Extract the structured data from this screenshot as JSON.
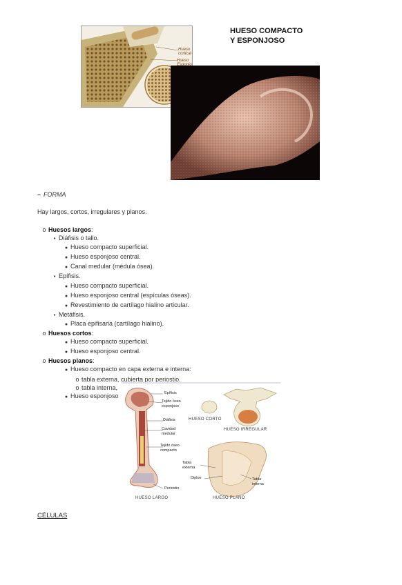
{
  "figure_top": {
    "title_line1": "HUESO COMPACTO",
    "title_line2": "Y ESPONJOSO",
    "label_cortical": "Hueso cortical",
    "label_esponjoso": "Hueso Esponjoso"
  },
  "section": {
    "heading": "FORMA",
    "intro": "Hay largos, cortos, irregulares y planos."
  },
  "outline": [
    {
      "level": 0,
      "bullet": "o",
      "text": "Huesos largos",
      "suffix": ":"
    },
    {
      "level": 1,
      "bullet": "▪",
      "text": "Diáfisis o tallo."
    },
    {
      "level": 2,
      "bullet": "●",
      "text": "Hueso compacto superficial."
    },
    {
      "level": 2,
      "bullet": "●",
      "text": "Hueso esponjoso central."
    },
    {
      "level": 2,
      "bullet": "●",
      "text": "Canal medular (médula ósea)."
    },
    {
      "level": 1,
      "bullet": "▪",
      "text": "Epífisis."
    },
    {
      "level": 2,
      "bullet": "●",
      "text": "Hueso compacto superficial."
    },
    {
      "level": 2,
      "bullet": "●",
      "text": "Hueso esponjoso central (espículas óseas)."
    },
    {
      "level": 2,
      "bullet": "●",
      "text": "Revestimiento de cartílago hialino articular."
    },
    {
      "level": 1,
      "bullet": "▪",
      "text": "Metáfisis."
    },
    {
      "level": 2,
      "bullet": "●",
      "text": "Placa epifisaria (cartílago hialino)."
    },
    {
      "level": 0,
      "bullet": "o",
      "text": "Huesos cortos",
      "suffix": ":"
    },
    {
      "level": 2,
      "bullet": "●",
      "text": "Hueso compacto superficial."
    },
    {
      "level": 2,
      "bullet": "●",
      "text": "Hueso esponjoso central."
    },
    {
      "level": 0,
      "bullet": "o",
      "text": "Huesos planos",
      "suffix": ":"
    },
    {
      "level": 2,
      "bullet": "●",
      "text": "Hueso compacto en capa externa e interna:"
    },
    {
      "level": 3,
      "bullet": "o",
      "text": "tabla externa, cubierta por periostio."
    },
    {
      "level": 3,
      "bullet": "o",
      "text": "tabla interna, por la duramadre."
    },
    {
      "level": 2,
      "bullet": "●",
      "text": "Hueso esponjoso (centro): ",
      "strong": "diploe",
      "suffix": "."
    }
  ],
  "figure_bottom": {
    "epifisis": "Epífisis",
    "tejido_esponjoso_1": "Tejido óseo",
    "tejido_esponjoso_2": "esponjoso",
    "diafisis": "Diáfisis",
    "cavidad_1": "Cavidad",
    "cavidad_2": "medular",
    "tejido_compacto_1": "Tejido óseo",
    "tejido_compacto_2": "compacto",
    "periostio": "Periostio",
    "hueso_largo": "HUESO LARGO",
    "hueso_corto": "HUESO CORTO",
    "hueso_irregular": "HUESO IRREGULAR",
    "hueso_plano": "HUESO PLANO",
    "tabla_externa_1": "Tabla",
    "tabla_externa_2": "externa",
    "diploe": "Diploe",
    "tabla_interna_1": "Tabla",
    "tabla_interna_2": "interna"
  },
  "footer": {
    "link": "CÉLULAS"
  }
}
